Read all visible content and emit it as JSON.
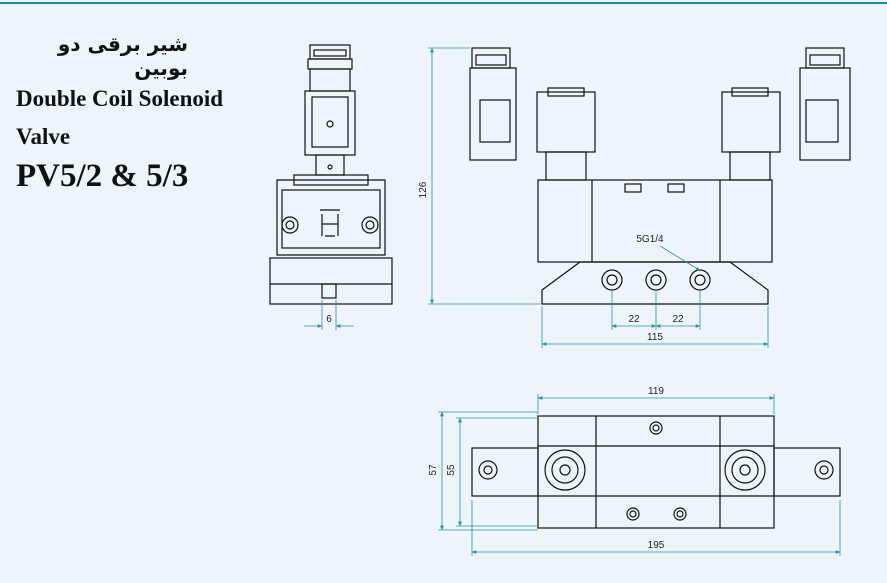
{
  "title": {
    "persian": "شیر برقی دو بوبین",
    "english_line1": "Double Coil Solenoid",
    "english_line2": "Valve",
    "model": "PV5/2 & 5/3"
  },
  "dimensions": {
    "height": "126",
    "port_spacing_1": "22",
    "port_spacing_2": "22",
    "base_length": "115",
    "side_width": "6",
    "port_label": "5G1/4",
    "body_length": "119",
    "depth_outer": "57",
    "depth_inner": "55",
    "total_length": "195"
  },
  "colors": {
    "background": "#edf5fa",
    "accent": "#1e8aa4",
    "line": "#111111",
    "dimension": "#2a8fb0"
  }
}
